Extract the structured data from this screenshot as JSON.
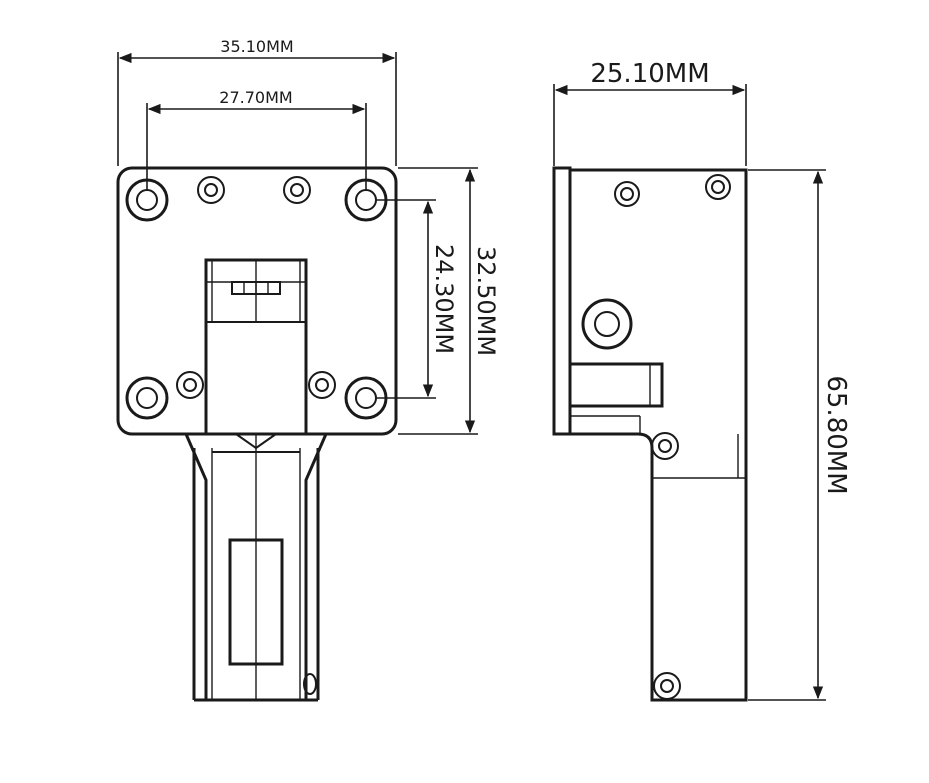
{
  "dimensions": {
    "front_width": "35.10MM",
    "front_hole_spacing_h": "27.70MM",
    "front_height": "32.50MM",
    "front_hole_spacing_v": "24.30MM",
    "side_width": "25.10MM",
    "side_height": "65.80MM"
  },
  "colors": {
    "line": "#1a1a1a",
    "background": "#ffffff"
  }
}
